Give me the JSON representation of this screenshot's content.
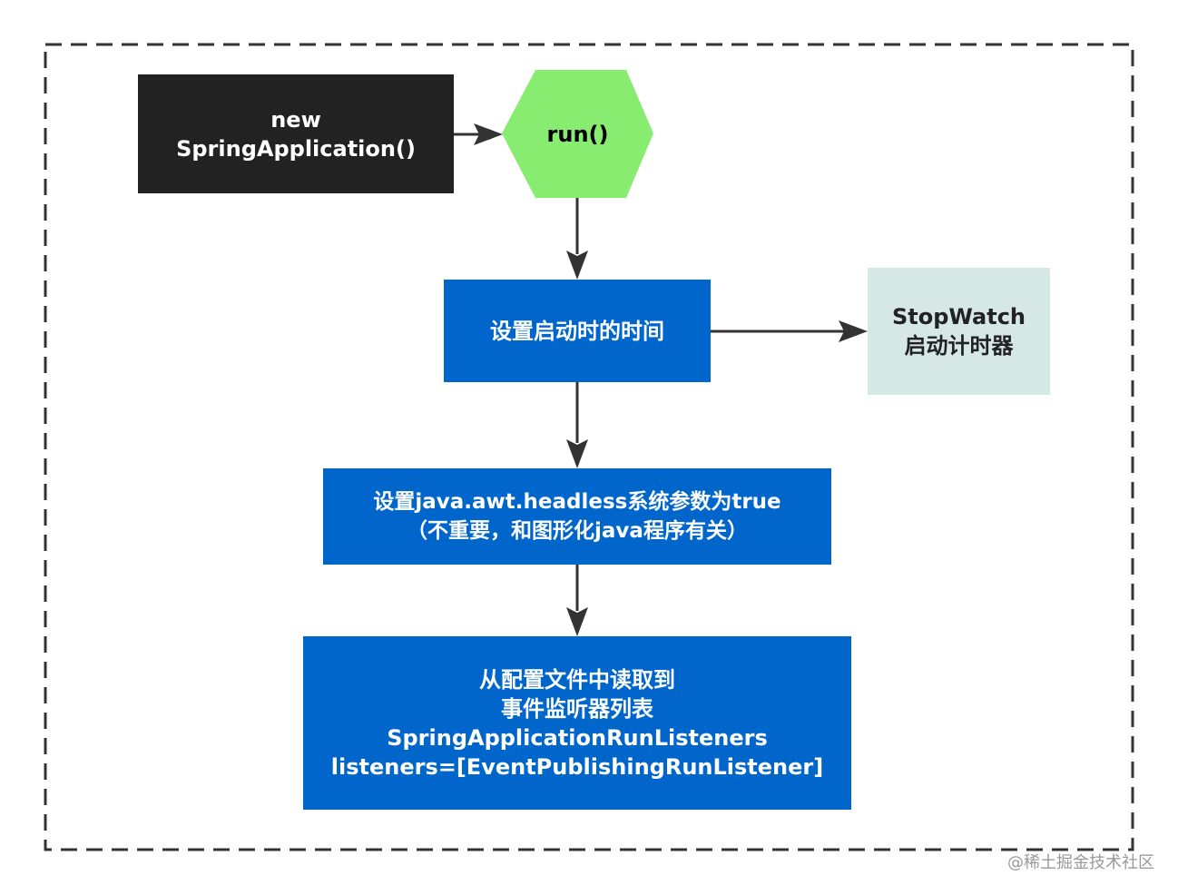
{
  "nodes": {
    "new_app": {
      "lines": [
        "new",
        "SpringApplication()"
      ],
      "color": "#222222"
    },
    "run": {
      "label": "run()",
      "color": "#88ec70"
    },
    "set_start_time": {
      "label": "设置启动时的时间",
      "color": "#0066cc"
    },
    "stopwatch": {
      "lines": [
        "StopWatch",
        "启动计时器"
      ],
      "color": "#d5e8e4"
    },
    "headless": {
      "lines": [
        "设置java.awt.headless系统参数为true",
        "（不重要，和图形化java程序有关）"
      ],
      "color": "#0066cc"
    },
    "listeners": {
      "lines": [
        "从配置文件中读取到",
        "事件监听器列表",
        "SpringApplicationRunListeners",
        "listeners=[EventPublishingRunListener]"
      ],
      "color": "#0066cc"
    }
  },
  "edges": [
    {
      "from": "new_app",
      "to": "run"
    },
    {
      "from": "run",
      "to": "set_start_time"
    },
    {
      "from": "set_start_time",
      "to": "stopwatch"
    },
    {
      "from": "set_start_time",
      "to": "headless"
    },
    {
      "from": "headless",
      "to": "listeners"
    }
  ],
  "watermark": "@稀土掘金技术社区"
}
